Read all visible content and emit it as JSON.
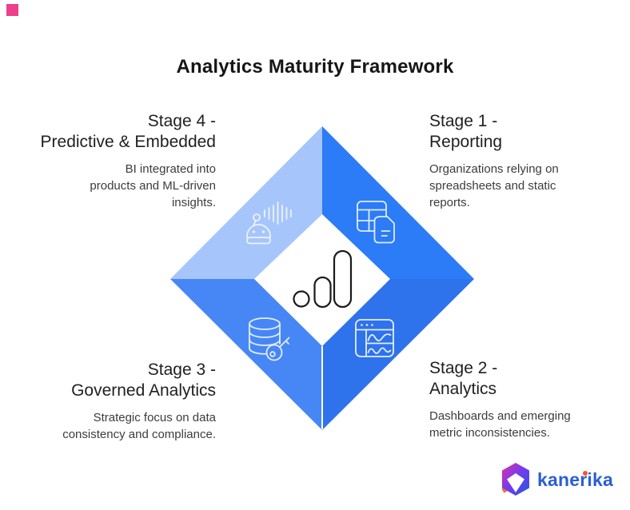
{
  "page": {
    "title": "Analytics Maturity Framework"
  },
  "stages": [
    {
      "name": "Stage 1",
      "heading": "Stage 1 -\nReporting",
      "description": "Organizations relying on\nspreadsheets and static\nreports.",
      "band_color": "#2c7bf7",
      "icon": "spreadsheet-report-icon",
      "position": "top-right"
    },
    {
      "name": "Stage 2",
      "heading": "Stage 2 -\nAnalytics",
      "description": "Dashboards and emerging\nmetric inconsistencies.",
      "band_color": "#2e72ec",
      "icon": "dashboard-charts-icon",
      "position": "bottom-right"
    },
    {
      "name": "Stage 3",
      "heading": "Stage 3 -\nGoverned Analytics",
      "description": "Strategic focus on data\nconsistency and compliance.",
      "band_color": "#4787f5",
      "icon": "database-key-icon",
      "position": "bottom-left"
    },
    {
      "name": "Stage 4",
      "heading": "Stage 4 -\nPredictive & Embedded",
      "description": "BI integrated into\nproducts and ML-driven\ninsights.",
      "band_color": "#a6c6fb",
      "icon": "robot-ml-icon",
      "position": "top-left"
    }
  ],
  "center": {
    "icon": "analytics-logo-icon",
    "icon_color": "#1a1a1a"
  },
  "brand": {
    "wordmark": "kanerika",
    "wordmark_color": "#2b5ed6",
    "accent_square_color": "#ee3f8d"
  }
}
